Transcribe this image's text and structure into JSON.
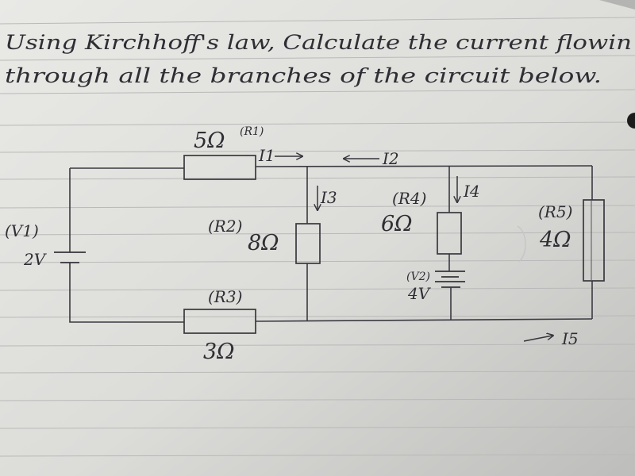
{
  "question": {
    "line1": "Using Kirchhoff's law, Calculate the current flowin",
    "line2": "through all the branches of the circuit below."
  },
  "circuit": {
    "r1": {
      "value": "5Ω",
      "name": "(R1)"
    },
    "r2": {
      "value": "8Ω",
      "name": "(R2)"
    },
    "r3": {
      "value": "3Ω",
      "name": "(R3)"
    },
    "r4": {
      "value": "6Ω",
      "name": "(R4)"
    },
    "r5": {
      "value": "4Ω",
      "name": "(R5)"
    },
    "v1": {
      "value": "2V",
      "name": "(V1)"
    },
    "v2": {
      "value": "4V",
      "name": "(V2)"
    },
    "currents": {
      "i1": "I1",
      "i2": "I2",
      "i3": "I3",
      "i4": "I4",
      "i5": "I5"
    }
  }
}
